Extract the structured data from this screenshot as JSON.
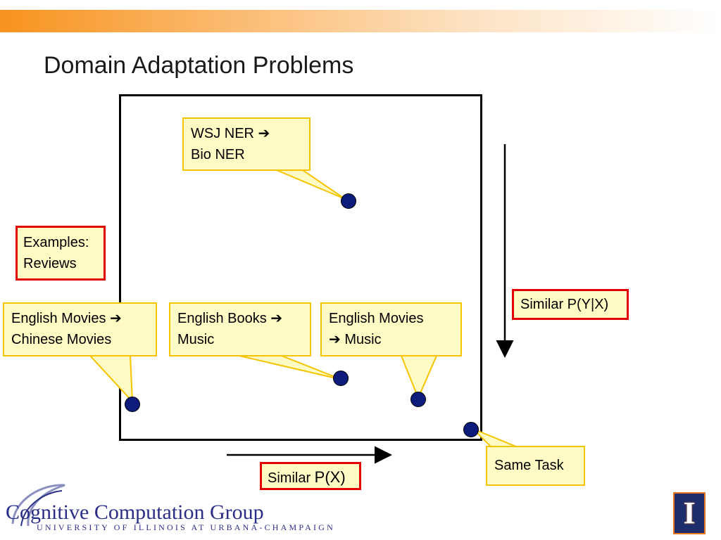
{
  "title": "Domain Adaptation Problems",
  "callouts": {
    "wsj_line1": "WSJ NER ➔",
    "wsj_line2": "Bio NER",
    "examples_line1": "Examples:",
    "examples_line2": "Reviews",
    "eng_chinese_line1": "English Movies ➔",
    "eng_chinese_line2": "Chinese Movies",
    "books_music_line1": "English Books ➔",
    "books_music_line2": "Music",
    "movies_music_line1": "English Movies",
    "movies_music_line2": "➔ Music",
    "same_task": "Same Task"
  },
  "axes": {
    "similar_py_x": "Similar P(Y|X)",
    "similar_px_prefix": "Similar ",
    "similar_px_suffix": "P(X)"
  },
  "logo": {
    "name": "Cognitive Computation Group",
    "subtitle": "UNIVERSITY OF ILLINOIS AT URBANA-CHAMPAIGN",
    "mark": "I"
  },
  "colors": {
    "accent_orange": "#f7931e",
    "callout_fill": "#fffbc4",
    "callout_border": "#f5c400",
    "highlight_border": "#e30000",
    "dot_fill": "#0d1b7a",
    "logo_blue": "#2a2e86"
  }
}
